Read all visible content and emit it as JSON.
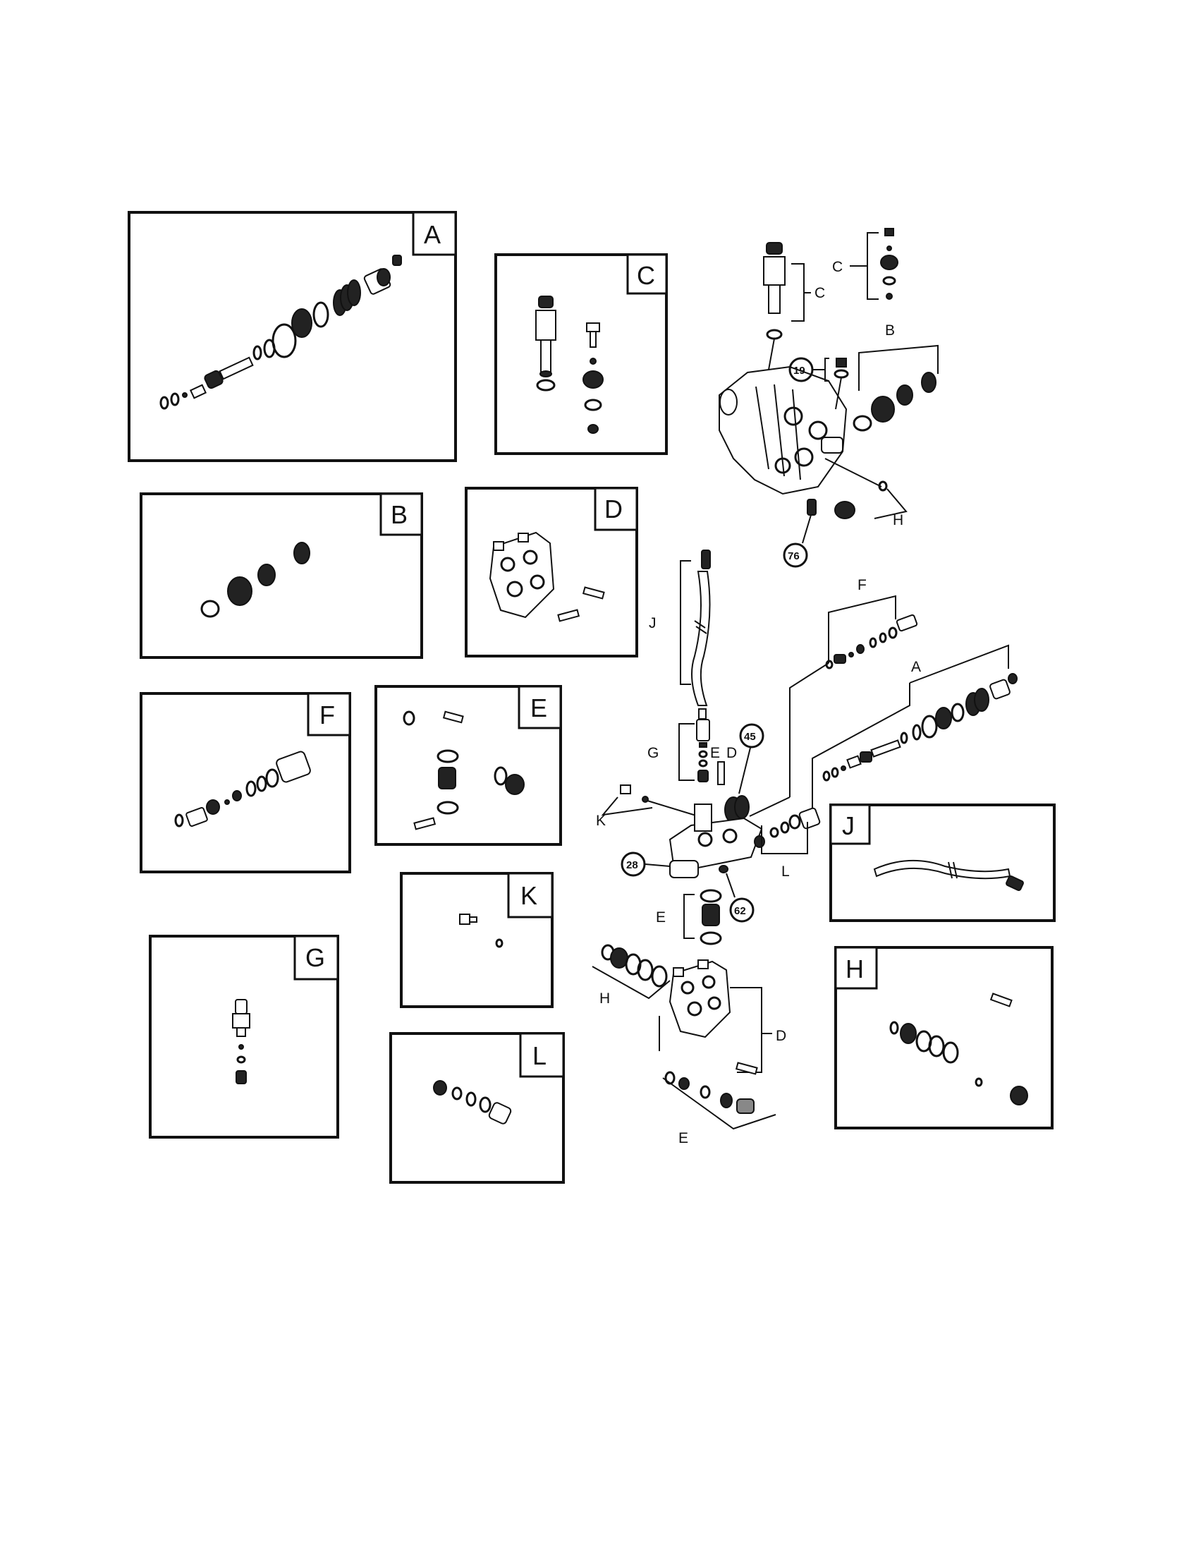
{
  "panels": {
    "A": "A",
    "B": "B",
    "C": "C",
    "D": "D",
    "E": "E",
    "F": "F",
    "G": "G",
    "H": "H",
    "J": "J",
    "K": "K",
    "L": "L"
  },
  "callouts": {
    "C_top": "C",
    "C_side": "C",
    "B": "B",
    "H": "H",
    "F": "F",
    "A": "A",
    "J": "J",
    "G": "G",
    "E": "E",
    "D": "D",
    "K": "K",
    "L": "L",
    "E_lower": "E",
    "H_lower": "H",
    "D_lower": "D",
    "E_bottom": "E"
  },
  "part_numbers": {
    "p19": "19",
    "p76": "76",
    "p45": "45",
    "p28": "28",
    "p62": "62"
  }
}
